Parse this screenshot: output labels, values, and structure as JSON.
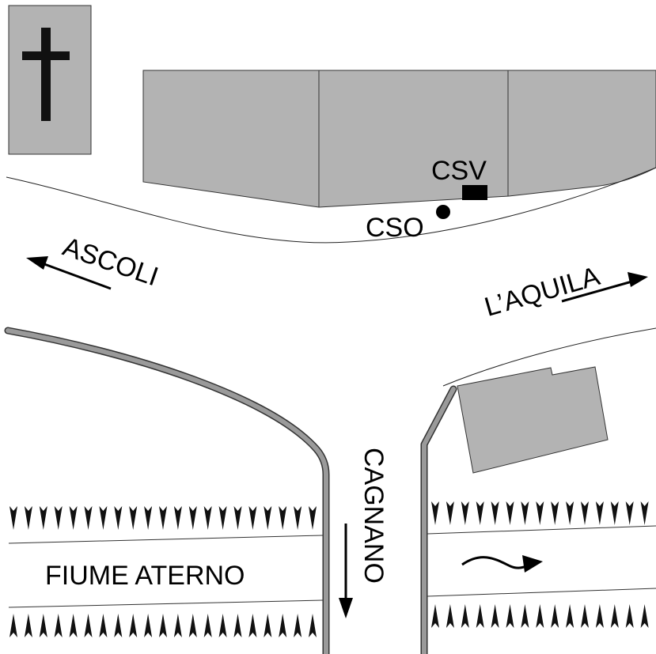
{
  "labels": {
    "csv": "CSV",
    "cso": "CSO",
    "ascoli": "ASCOLI",
    "laquila": "L’AQUILA",
    "cagnano": "CAGNANO",
    "river": "FIUME ATERNO"
  },
  "icons": {
    "church": "cross-icon",
    "station_csv": "square-marker-icon",
    "station_cso": "dot-marker-icon",
    "flow": "wavy-arrow-icon"
  },
  "colors": {
    "building": "#b3b3b3",
    "wall": "#9a9a9a",
    "ink": "#000000",
    "road": "#333333"
  }
}
